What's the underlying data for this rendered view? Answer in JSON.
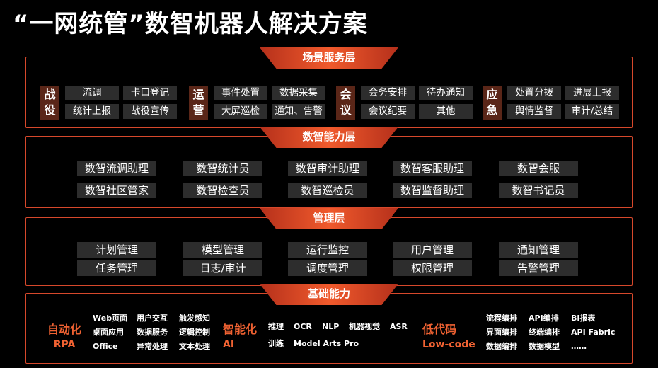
{
  "title": "“一网统管”数智机器人解决方案",
  "colors": {
    "accent": "#f05a2c",
    "border": "#d6482b",
    "chip": "#2d2d2d",
    "tag": "#5a2618"
  },
  "scene_layer": {
    "header": "场景服务层",
    "groups": [
      {
        "tag": "战役",
        "items": [
          "流调",
          "卡口登记",
          "统计上报",
          "战役宣传"
        ]
      },
      {
        "tag": "运营",
        "items": [
          "事件处置",
          "数据采集",
          "大屏巡检",
          "通知、告警"
        ]
      },
      {
        "tag": "会议",
        "items": [
          "会务安排",
          "待办通知",
          "会议纪要",
          "其他"
        ]
      },
      {
        "tag": "应急",
        "items": [
          "处置分拨",
          "进展上报",
          "舆情监督",
          "审计/总结"
        ]
      }
    ]
  },
  "capability_layer": {
    "header": "数智能力层",
    "items": [
      "数智流调助理",
      "数智统计员",
      "数智审计助理",
      "数智客服助理",
      "数智会服",
      "数智社区管家",
      "数智检查员",
      "数智巡检员",
      "数智监督助理",
      "数智书记员"
    ]
  },
  "management_layer": {
    "header": "管理层",
    "items": [
      "计划管理",
      "模型管理",
      "运行监控",
      "用户管理",
      "通知管理",
      "任务管理",
      "日志/审计",
      "调度管理",
      "权限管理",
      "告警管理"
    ]
  },
  "foundation_layer": {
    "header": "基础能力",
    "rpa": {
      "title1": "自动化",
      "title2": "RPA",
      "items": [
        "Web页面",
        "用户交互",
        "触发感知",
        "桌面应用",
        "数据服务",
        "逻辑控制",
        "Office",
        "异常处理",
        "文本处理"
      ]
    },
    "ai": {
      "title1": "智能化",
      "title2": "AI",
      "items": [
        "推理",
        "OCR",
        "NLP",
        "机器视觉",
        "ASR",
        "训练",
        "Model Arts Pro"
      ]
    },
    "lowcode": {
      "title1": "低代码",
      "title2": "Low-code",
      "items": [
        "流程编排",
        "API编排",
        "BI报表",
        "界面编排",
        "终端编排",
        "API Fabric",
        "数据编排",
        "数据模型",
        "……"
      ]
    }
  }
}
